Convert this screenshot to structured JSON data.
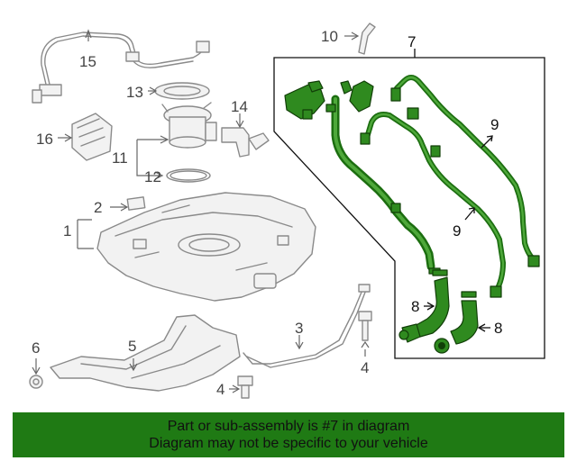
{
  "diagram": {
    "highlight_color": "#2f8a1f",
    "callouts": {
      "c1": "1",
      "c2": "2",
      "c3": "3",
      "c4a": "4",
      "c4b": "4",
      "c5": "5",
      "c6": "6",
      "c7": "7",
      "c8a": "8",
      "c8b": "8",
      "c9a": "9",
      "c9b": "9",
      "c10": "10",
      "c11": "11",
      "c12": "12",
      "c13": "13",
      "c14": "14",
      "c15": "15",
      "c16": "16"
    }
  },
  "banner": {
    "line1": "Part or sub-assembly is #7 in diagram",
    "line2": "Diagram may not be specific to your vehicle",
    "background": "#1f7a14"
  }
}
